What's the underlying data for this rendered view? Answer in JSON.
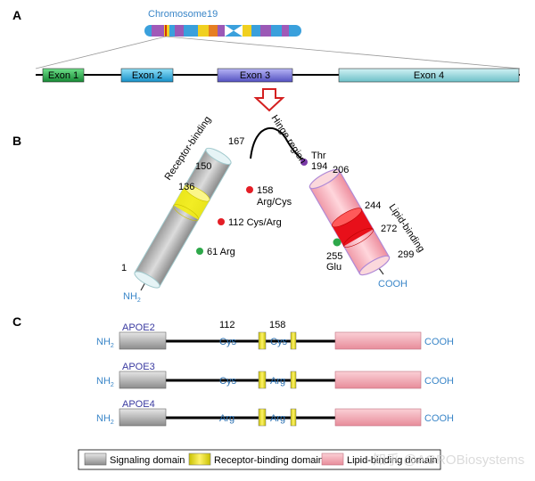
{
  "panels": {
    "a": "A",
    "b": "B",
    "c": "C"
  },
  "chromosome": {
    "label": "Chromosome19"
  },
  "exons": [
    "Exon 1",
    "Exon 2",
    "Exon 3",
    "Exon 4"
  ],
  "structure": {
    "receptor_label": "Receptor-binding",
    "hinge_label": "Hinge region",
    "lipid_label": "Lipid-binding",
    "n1": "1",
    "n136": "136",
    "n150": "150",
    "n167": "167",
    "n158": "158",
    "arg_cys": "Arg/Cys",
    "n112": "112 Cys/Arg",
    "n61": "61 Arg",
    "thr": "Thr",
    "n194": "194",
    "n206": "206",
    "n244": "244",
    "n272": "272",
    "n255": "255",
    "glu": "Glu",
    "n299": "299",
    "nh2": "NH",
    "nh2_sub": "2",
    "cooh": "COOH"
  },
  "isoforms": {
    "pos112": "112",
    "pos158": "158",
    "rows": [
      {
        "name": "APOE2",
        "aa112": "Cys",
        "aa158": "Cys"
      },
      {
        "name": "APOE3",
        "aa112": "Cys",
        "aa158": "Arg"
      },
      {
        "name": "APOE4",
        "aa112": "Arg",
        "aa158": "Arg"
      }
    ],
    "nh2": "NH",
    "nh2_sub": "2",
    "cooh": "COOH"
  },
  "legend": {
    "signaling": "Signaling domain",
    "receptor": "Receptor-binding domain",
    "lipid": "Lipid-binding domain"
  },
  "watermark": "知乎 @AGROBiosystems",
  "colors": {
    "signaling": "#bdbdbd",
    "receptor": "#f5f000",
    "lipid": "#f7b8c0",
    "exon1": "#2bb34a",
    "exon2": "#27b3e6",
    "exon3": "#7a78e0",
    "exon4": "#8fd6dc"
  }
}
